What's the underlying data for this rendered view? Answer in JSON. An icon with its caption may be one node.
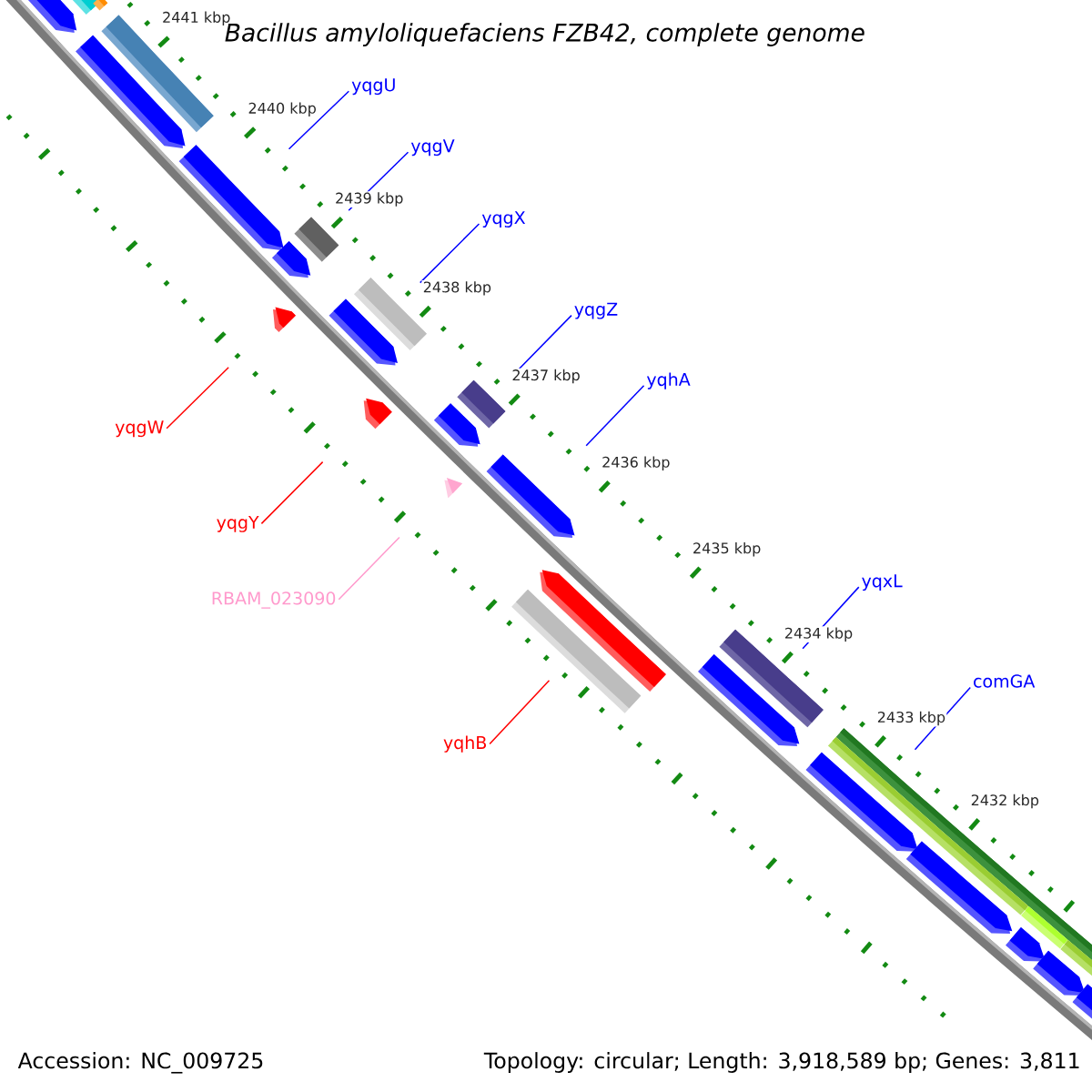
{
  "diagram": {
    "title": "Bacillus amyloliquefaciens FZB42, complete genome",
    "nodes": [
      {
        "text": [
          "yqgU"
        ]
      },
      {
        "text": [
          "yqgV"
        ]
      },
      {
        "text": [
          "yqgX"
        ]
      },
      {
        "text": [
          "yqgZ"
        ]
      },
      {
        "text": [
          "yqhA"
        ]
      },
      {
        "text": [
          "yqgW"
        ]
      },
      {
        "text": [
          "yqgY"
        ]
      },
      {
        "text": [
          "yqxL"
        ]
      },
      {
        "text": [
          "RBAM_023090"
        ]
      },
      {
        "text": [
          "comGA"
        ]
      },
      {
        "text": [
          "yqhB"
        ]
      },
      {
        "text": [],
        "shape": "arrow"
      },
      {
        "text": [],
        "shape": "arrow"
      },
      {
        "text": [],
        "shape": "arrow"
      },
      {
        "text": [],
        "shape": "arrow"
      },
      {
        "text": [],
        "shape": "arrow"
      },
      {
        "text": [],
        "shape": "arrow"
      },
      {
        "text": [],
        "shape": "arrow"
      },
      {
        "text": [],
        "shape": "arrow"
      },
      {
        "text": [],
        "shape": "arrow"
      },
      {
        "text": [],
        "shape": "arrow"
      },
      {
        "text": [],
        "shape": "arrow"
      },
      {
        "text": [],
        "shape": "arrow"
      },
      {
        "text": [],
        "shape": "arrow"
      },
      {
        "text": [],
        "shape": "arrow"
      },
      {
        "text": [],
        "shape": "arrow"
      },
      {
        "text": [],
        "shape": "arrow"
      },
      {
        "text": [],
        "shape": "arrow"
      }
    ],
    "edges": [
      {
        "from": 0,
        "to": 13,
        "arrow": "none"
      },
      {
        "from": 1,
        "to": 14,
        "arrow": "none"
      },
      {
        "from": 2,
        "to": 16,
        "arrow": "none"
      },
      {
        "from": 3,
        "to": 18,
        "arrow": "none"
      },
      {
        "from": 4,
        "to": 20,
        "arrow": "none"
      },
      {
        "from": 5,
        "to": 15,
        "arrow": "none",
        "color": "#ff0000"
      },
      {
        "from": 6,
        "to": 17,
        "arrow": "none",
        "color": "#ff0000"
      },
      {
        "from": 7,
        "to": 22,
        "arrow": "none"
      },
      {
        "from": 8,
        "to": 19,
        "arrow": "none",
        "color": "#ff99cc"
      },
      {
        "from": 9,
        "to": 23,
        "arrow": "none"
      },
      {
        "from": 10,
        "to": 21,
        "arrow": "none",
        "color": "#ff0000"
      }
    ],
    "labels": [
      "2441 kbp",
      "2440 kbp",
      "2439 kbp",
      "2438 kbp",
      "2437 kbp",
      "2436 kbp",
      "2435 kbp",
      "2434 kbp",
      "2433 kbp",
      "2432 kbp",
      "Accession: NC_009725",
      "Topology: circular; Length: 3,918,589 bp; Genes: 3,811"
    ]
  }
}
